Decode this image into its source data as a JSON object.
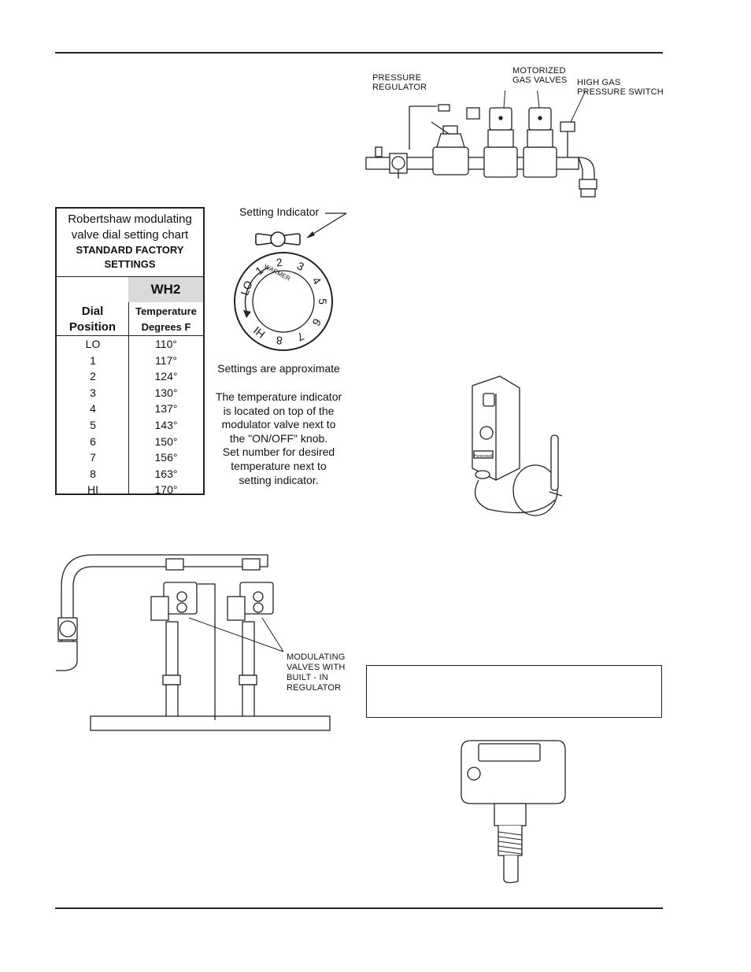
{
  "labels": {
    "pressure_regulator": "PRESSURE\nREGULATOR",
    "motorized_gas_valves": "MOTORIZED\nGAS VALVES",
    "high_gas_pressure_switch": "HIGH GAS\nPRESSURE SWITCH",
    "setting_indicator": "Setting Indicator",
    "modulating_valves": "MODULATING\nVALVES WITH\nBUILT - IN\nREGULATOR"
  },
  "dial": {
    "warmer": "WARMER",
    "positions": [
      "LO",
      "1",
      "2",
      "3",
      "4",
      "5",
      "6",
      "7",
      "8",
      "HI"
    ]
  },
  "chart": {
    "title_line1": "Robertshaw modulating",
    "title_line2": "valve dial setting chart",
    "subtitle_line1": "STANDARD FACTORY",
    "subtitle_line2": "SETTINGS",
    "model": "WH2",
    "col1_line1": "Dial",
    "col1_line2": "Position",
    "col2_line1": "Temperature",
    "col2_line2": "Degrees F",
    "rows": [
      {
        "pos": "LO",
        "temp": "110°"
      },
      {
        "pos": "1",
        "temp": "117°"
      },
      {
        "pos": "2",
        "temp": "124°"
      },
      {
        "pos": "3",
        "temp": "130°"
      },
      {
        "pos": "4",
        "temp": "137°"
      },
      {
        "pos": "5",
        "temp": "143°"
      },
      {
        "pos": "6",
        "temp": "150°"
      },
      {
        "pos": "7",
        "temp": "156°"
      },
      {
        "pos": "8",
        "temp": "163°"
      },
      {
        "pos": "HI",
        "temp": "170°"
      }
    ]
  },
  "notes": {
    "approximate": "Settings are approximate",
    "line1": "The temperature indicator",
    "line2": "is located on top of the",
    "line3": "modulator valve next to",
    "line4": "the \"ON/OFF\" knob.",
    "line5": "Set number for desired",
    "line6": "temperature next to",
    "line7": "setting indicator."
  },
  "thermostat_brand": "Honeywell"
}
